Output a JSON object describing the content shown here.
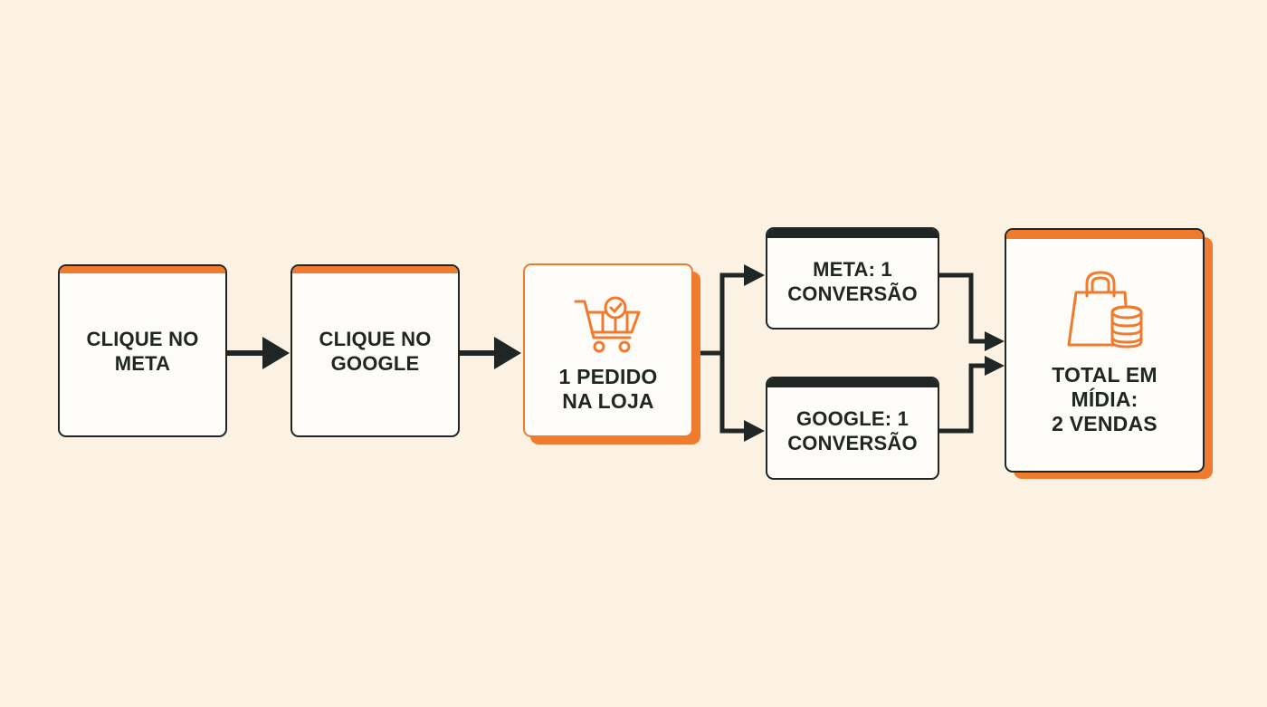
{
  "nodes": {
    "meta_click": {
      "lines": [
        "CLIQUE NO",
        "META"
      ]
    },
    "google_click": {
      "lines": [
        "CLIQUE NO",
        "GOOGLE"
      ]
    },
    "order": {
      "lines": [
        "1 PEDIDO",
        "NA LOJA"
      ],
      "icon": "shopping-cart-check-icon"
    },
    "meta_conversion": {
      "lines": [
        "META: 1",
        "CONVERSÃO"
      ]
    },
    "google_conversion": {
      "lines": [
        "GOOGLE: 1",
        "CONVERSÃO"
      ]
    },
    "total": {
      "lines": [
        "TOTAL EM",
        "MÍDIA:",
        "2 VENDAS"
      ],
      "icon": "shopping-bag-coins-icon"
    }
  },
  "colors": {
    "background": "#fcf2e4",
    "accent": "#f07a2d",
    "ink": "#1f2623",
    "card": "#fdfcf9"
  }
}
